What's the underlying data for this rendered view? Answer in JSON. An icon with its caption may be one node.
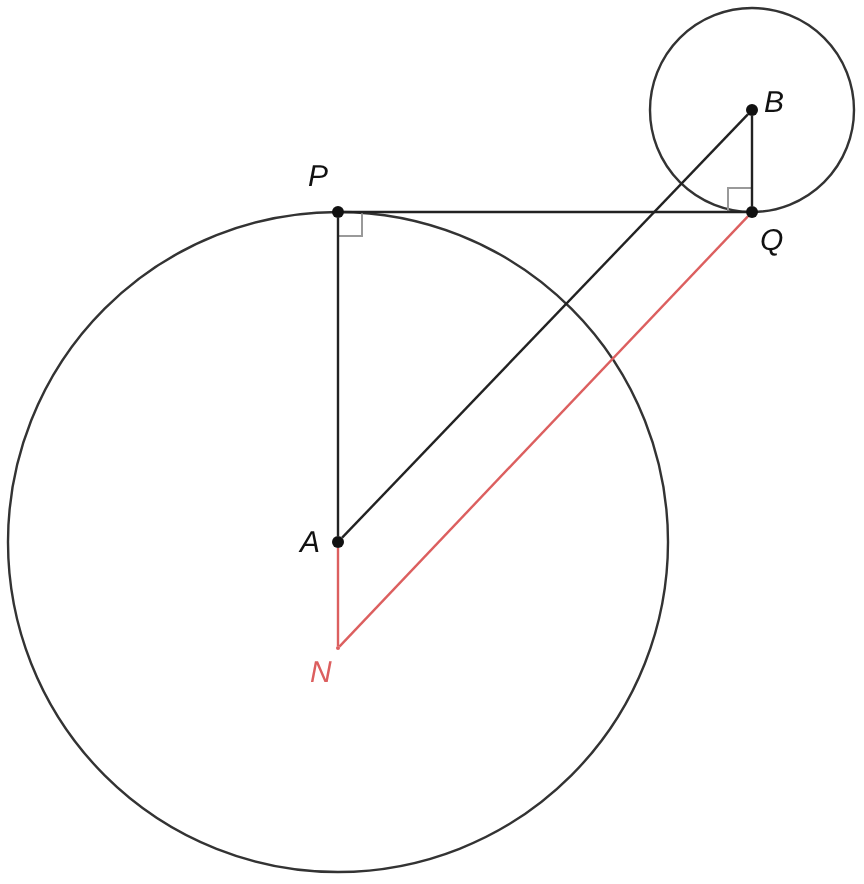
{
  "diagram": {
    "nodes": [
      {
        "text": [],
        "shape": "circle",
        "beside": [
          "P"
        ]
      },
      {
        "text": [],
        "shape": "circle",
        "beside": [
          "B"
        ]
      },
      {
        "text": [],
        "shape": "circle",
        "beside": [
          "Q"
        ]
      },
      {
        "text": [],
        "shape": "circle",
        "beside": [
          "A"
        ]
      },
      {
        "text": [],
        "shape": "vertex",
        "beside": [
          "N"
        ]
      }
    ],
    "edges": [
      {
        "from": 0,
        "to": 2,
        "arrow": "none"
      },
      {
        "from": 0,
        "to": 3,
        "arrow": "none"
      },
      {
        "from": 3,
        "to": 1,
        "arrow": "none"
      },
      {
        "from": 1,
        "to": 2,
        "arrow": "none"
      },
      {
        "from": 3,
        "to": 4,
        "arrow": "none",
        "color": "#dc5f5f"
      },
      {
        "from": 4,
        "to": 2,
        "arrow": "none",
        "color": "#dc5f5f"
      }
    ]
  }
}
